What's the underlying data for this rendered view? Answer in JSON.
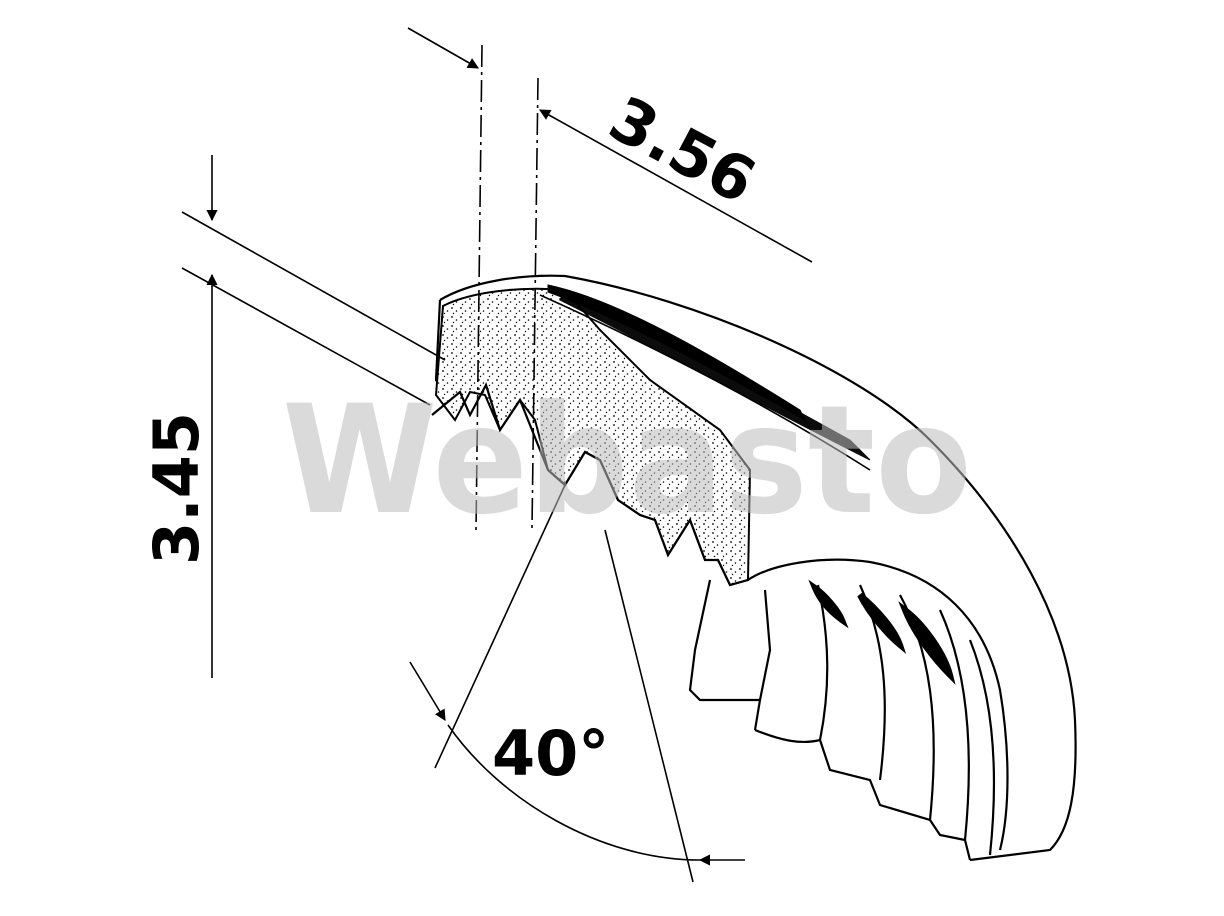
{
  "diagram": {
    "dimensions": {
      "pitch": "3.56",
      "height": "3.45",
      "angle": "40°"
    },
    "watermark": {
      "text": "Webasto",
      "color": "#bdbdbd"
    },
    "colors": {
      "ink": "#000000",
      "paper": "#ffffff"
    }
  }
}
